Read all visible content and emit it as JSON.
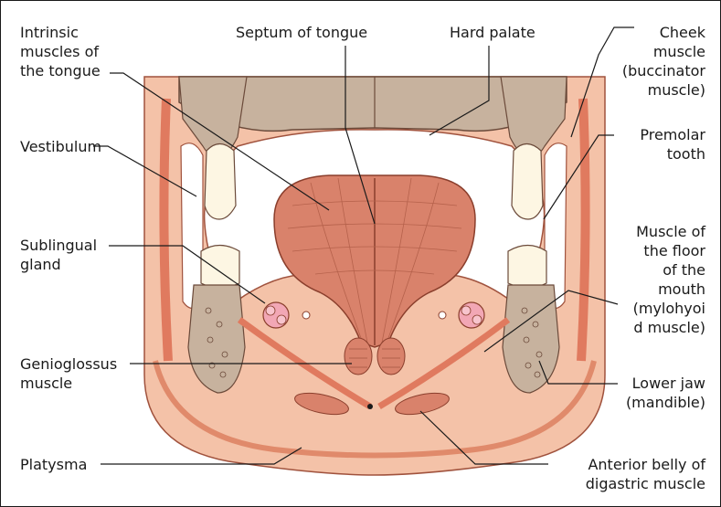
{
  "labels": {
    "intrinsic": "Intrinsic\nmuscles of\nthe tongue",
    "septum": "Septum of tongue",
    "hard_palate": "Hard palate",
    "cheek": "Cheek\nmuscle\n(buccinator\nmuscle)",
    "vestibulum": "Vestibulum",
    "premolar": "Premolar\ntooth",
    "sublingual": "Sublingual\ngland",
    "floor": "Muscle of\nthe floor\nof the\nmouth\n(mylohyoi\nd muscle)",
    "genioglossus": "Genioglossus\nmuscle",
    "lower_jaw": "Lower jaw\n(mandible)",
    "platysma": "Platysma",
    "digastric": "Anterior belly of\ndigastric muscle"
  },
  "colors": {
    "skin": "#f4b89c",
    "muscle": "#e9967a",
    "tongue": "#d9826b",
    "bone": "#c7b29e",
    "tooth": "#fdf6e3",
    "gland": "#f2a7b5",
    "outline": "#7a3a2a"
  }
}
